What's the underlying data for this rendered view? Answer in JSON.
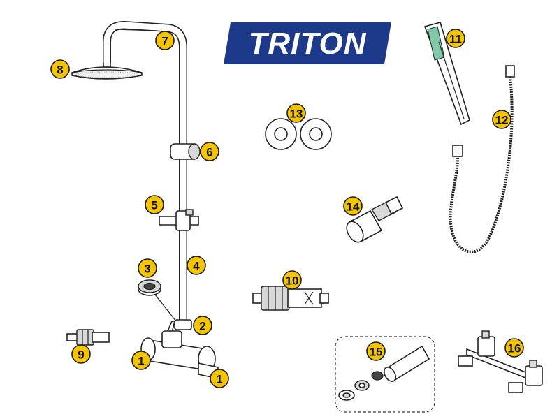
{
  "brand": {
    "name": "TRITON",
    "logo_color": "#1d3a8a"
  },
  "callout_color": "#f5c400",
  "parts": [
    {
      "id": "7",
      "name": "shower-arm"
    },
    {
      "id": "8",
      "name": "shower-head"
    },
    {
      "id": "6",
      "name": "slider-bracket"
    },
    {
      "id": "5",
      "name": "handset-holder"
    },
    {
      "id": "4",
      "name": "riser-rail"
    },
    {
      "id": "3",
      "name": "seal-washer"
    },
    {
      "id": "2",
      "name": "diverter-knob"
    },
    {
      "id": "1a",
      "label": "1",
      "name": "control-knob-left"
    },
    {
      "id": "1b",
      "label": "1",
      "name": "control-knob-right"
    },
    {
      "id": "9",
      "name": "flow-cartridge"
    },
    {
      "id": "10",
      "name": "thermostatic-cartridge"
    },
    {
      "id": "11",
      "name": "handset"
    },
    {
      "id": "12",
      "name": "shower-hose"
    },
    {
      "id": "13",
      "name": "wall-covers"
    },
    {
      "id": "14",
      "name": "wall-adaptor"
    },
    {
      "id": "15",
      "name": "extension-kit"
    },
    {
      "id": "16",
      "name": "wall-bracket-kit"
    }
  ]
}
